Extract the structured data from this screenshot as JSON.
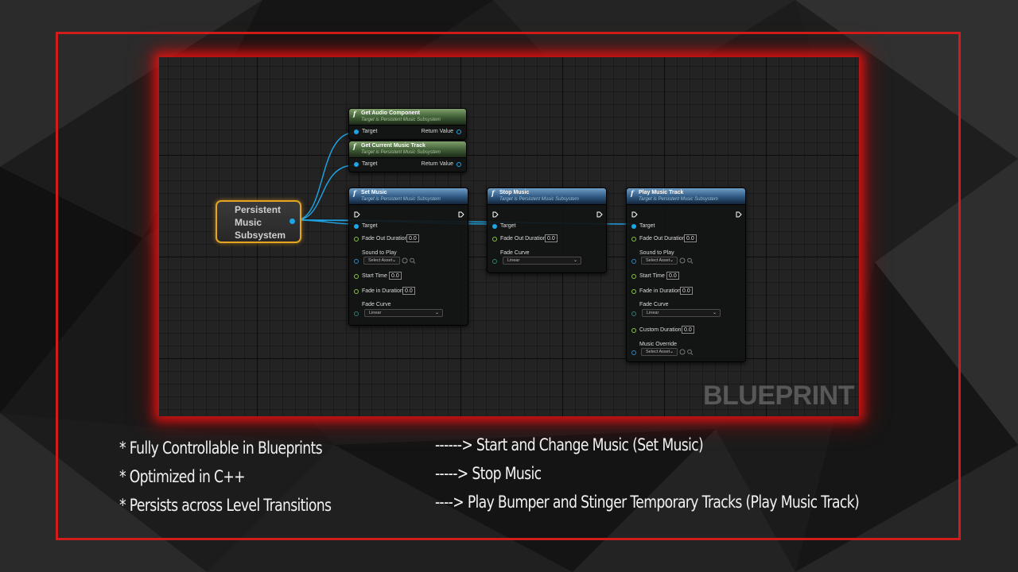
{
  "variable_node": {
    "title": "Persistent Music Subsystem"
  },
  "nodes": {
    "get_audio_component": {
      "title": "Get Audio Component",
      "subtitle": "Target is Persistent Music Subsystem",
      "target": "Target",
      "return_value": "Return Value"
    },
    "get_current_music_track": {
      "title": "Get Current Music Track",
      "subtitle": "Target is Persistent Music Subsystem",
      "target": "Target",
      "return_value": "Return Value"
    },
    "set_music": {
      "title": "Set Music",
      "subtitle": "Target is Persistent Music Subsystem",
      "target": "Target",
      "fade_out_duration_label": "Fade Out Duration",
      "fade_out_duration": "0.0",
      "sound_to_play_label": "Sound to Play",
      "sound_to_play": "Select Asset",
      "start_time_label": "Start Time",
      "start_time": "0.0",
      "fade_in_duration_label": "Fade in Duration",
      "fade_in_duration": "0.0",
      "fade_curve_label": "Fade Curve",
      "fade_curve": "Linear"
    },
    "stop_music": {
      "title": "Stop Music",
      "subtitle": "Target is Persistent Music Subsystem",
      "target": "Target",
      "fade_out_duration_label": "Fade Out Duration",
      "fade_out_duration": "0.0",
      "fade_curve_label": "Fade Curve",
      "fade_curve": "Linear"
    },
    "play_music_track": {
      "title": "Play Music Track",
      "subtitle": "Target is Persistent Music Subsystem",
      "target": "Target",
      "fade_out_duration_label": "Fade Out Duration",
      "fade_out_duration": "0.0",
      "sound_to_play_label": "Sound to Play",
      "sound_to_play": "Select Asset",
      "start_time_label": "Start Time",
      "start_time": "0.0",
      "fade_in_duration_label": "Fade in Duration",
      "fade_in_duration": "0.0",
      "fade_curve_label": "Fade Curve",
      "fade_curve": "Linear",
      "custom_duration_label": "Custom Duration",
      "custom_duration": "0.0",
      "music_override_label": "Music Override",
      "music_override": "Select Asset"
    }
  },
  "watermark": "BLUEPRINT",
  "features": [
    "* Fully Controllable in Blueprints",
    "* Optimized in C++",
    "* Persists across Level Transitions"
  ],
  "descriptions": [
    "------> Start and Change Music (Set Music)",
    "-----> Stop Music",
    "----> Play Bumper and Stinger Temporary Tracks (Play Music Track)"
  ],
  "icons": {
    "function": "function-icon",
    "exec_pin": "exec-arrow-icon",
    "dropdown": "chevron-down-icon",
    "browse": "browse-asset-icon",
    "search": "search-icon"
  },
  "colors": {
    "frame_red": "#d11c1c",
    "object_pin": "#1da6e6",
    "float_pin": "#86c441",
    "variable_border": "#e6a520"
  }
}
